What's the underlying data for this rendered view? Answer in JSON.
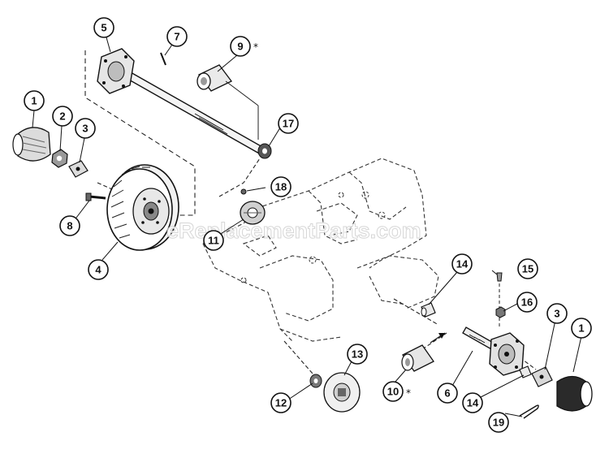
{
  "watermark": "eReplacementParts.com",
  "callouts": {
    "c1a": "1",
    "c2": "2",
    "c3a": "3",
    "c4": "4",
    "c5": "5",
    "c7": "7",
    "c8": "8",
    "c9": "9",
    "c11": "11",
    "c17": "17",
    "c18": "18",
    "c14a": "14",
    "c15": "15",
    "c16": "16",
    "c3b": "3",
    "c1b": "1",
    "c13": "13",
    "c12": "12",
    "c10": "10",
    "c6": "6",
    "c14b": "14",
    "c19": "19"
  },
  "asterisk": "*"
}
